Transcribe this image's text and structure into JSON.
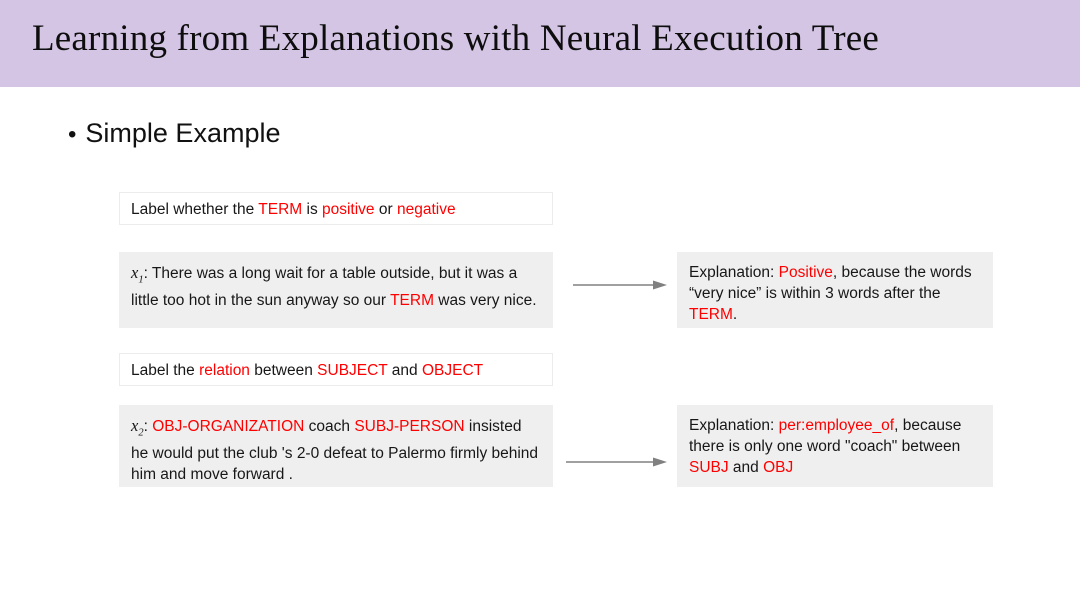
{
  "slide": {
    "title": "Learning from Explanations with Neural Execution Tree",
    "banner_color": "#d4c5e4",
    "highlight_color": "#ff0000",
    "box_gray": "#efefef",
    "bullet_symbol": "•",
    "bullet_label": "Simple Example"
  },
  "instruction_1": {
    "part_1": "Label whether the ",
    "term": "TERM",
    "part_2": " is ",
    "positive": "positive",
    "part_3": " or ",
    "negative": "negative"
  },
  "example_1": {
    "var_name": "x",
    "var_sub": "1",
    "colon": ": ",
    "part_1": "There was a long wait for a table outside, but it was a little too hot in the sun anyway so our ",
    "term": "TERM",
    "part_2": " was very nice."
  },
  "explanation_1": {
    "prefix": "Explanation: ",
    "label": "Positive",
    "part_1": ", because the words “very nice” is within 3 words after the ",
    "term": "TERM",
    "part_2": "."
  },
  "instruction_2": {
    "part_1": "Label the ",
    "relation": "relation",
    "part_2": " between ",
    "subject": "SUBJECT",
    "part_3": " and ",
    "object": "OBJECT"
  },
  "example_2": {
    "var_name": "x",
    "var_sub": "2",
    "colon": ": ",
    "obj_tag": "OBJ-ORGANIZATION",
    "part_1": " coach ",
    "subj_tag": "SUBJ-PERSON",
    "part_2": " insisted he would put the club 's 2-0 defeat to Palermo firmly behind him and move forward ."
  },
  "explanation_2": {
    "prefix": "Explanation: ",
    "label": "per:employee_of",
    "part_1": ", because there is only one word \"coach\" between ",
    "subj": "SUBJ",
    "part_2": " and ",
    "obj": "OBJ"
  },
  "arrows": {
    "color": "#808080",
    "arrow_1_name": "example-to-explanation-arrow-1",
    "arrow_2_name": "example-to-explanation-arrow-2"
  }
}
